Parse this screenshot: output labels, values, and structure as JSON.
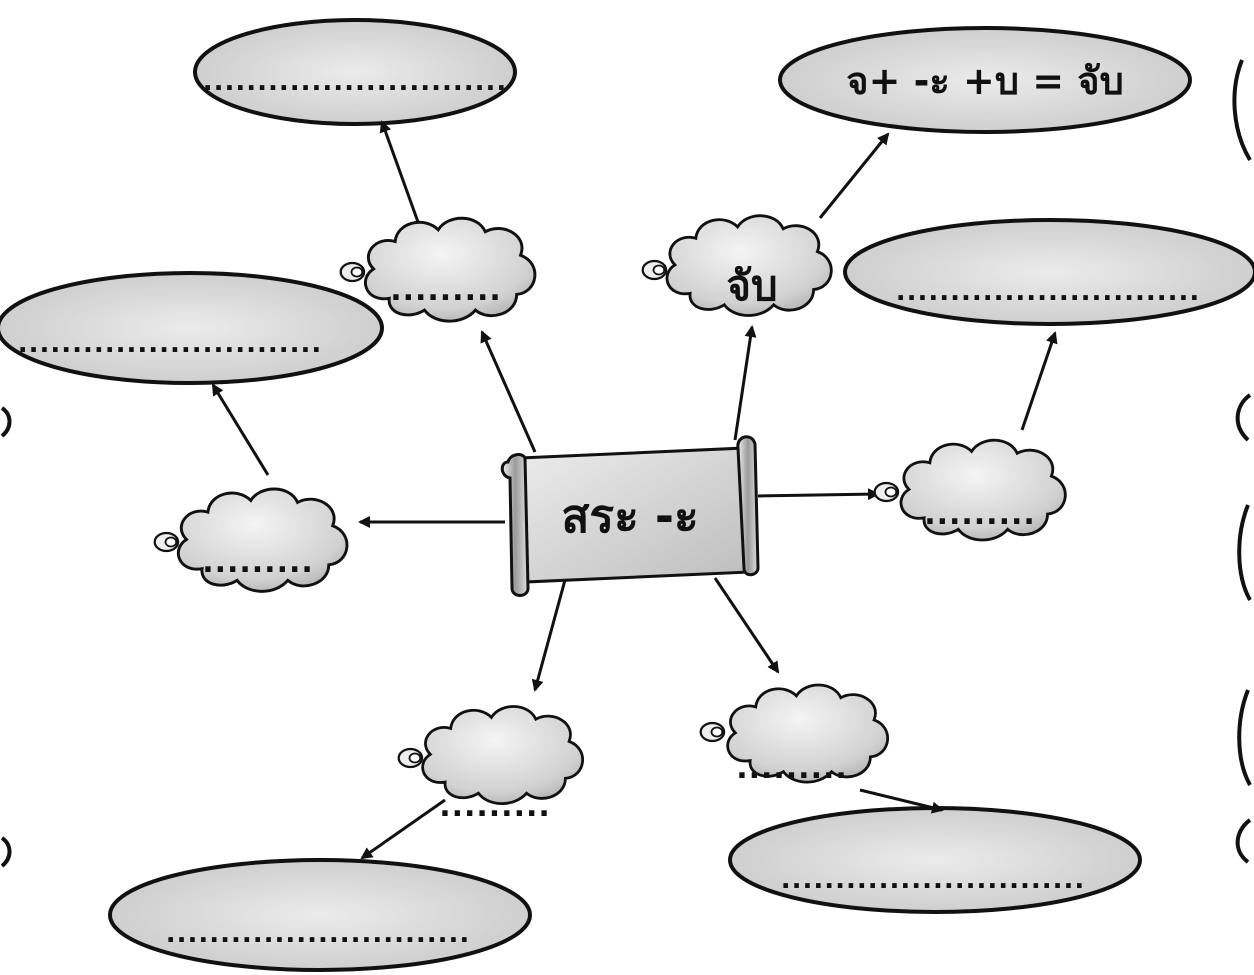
{
  "center": {
    "text": "สระ -ะ"
  },
  "clouds": [
    {
      "id": "top-left",
      "text": "........."
    },
    {
      "id": "top-right",
      "text": "จับ"
    },
    {
      "id": "left",
      "text": "........."
    },
    {
      "id": "right",
      "text": "........."
    },
    {
      "id": "bottom-left",
      "text": "........."
    },
    {
      "id": "bottom-right",
      "text": "........."
    }
  ],
  "ovals": [
    {
      "id": "top-left",
      "text": "............................"
    },
    {
      "id": "top-right",
      "text": "จ+ -ะ +บ = จับ"
    },
    {
      "id": "left",
      "text": "............................"
    },
    {
      "id": "right",
      "text": "............................"
    },
    {
      "id": "bottom-left",
      "text": "............................"
    },
    {
      "id": "bottom-right",
      "text": "............................"
    }
  ],
  "colors": {
    "outline": "#111111",
    "fill_light": "#f1f1f1",
    "fill_dark": "#b5b5b5"
  }
}
